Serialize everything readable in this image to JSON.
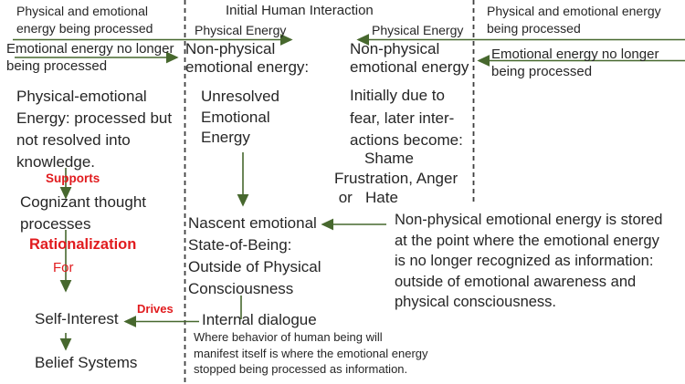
{
  "colors": {
    "arrow_green": "#47682e",
    "accent_red": "#e11b1e",
    "text": "#262626",
    "dash": "#3f3f3f",
    "bg": "#ffffff"
  },
  "left_zone": {
    "energy_processed": "Physical and emotional\nenergy being processed",
    "energy_no_longer": "Emotional energy no longer\nbeing processed",
    "body": "Physical-emotional\nEnergy: processed but\nnot resolved into\nknowledge.",
    "supports_label": "Supports",
    "cognizant": "Cognizant thought\nprocesses",
    "rationalization_label": "Rationalization",
    "for_label": "For",
    "self_interest": "Self-Interest",
    "belief_systems": "Belief Systems"
  },
  "center_zone": {
    "initial_interaction": "Initial Human Interaction",
    "physical_energy": "Physical Energy",
    "non_physical": "Non-physical\nemotional energy:",
    "unresolved": "Unresolved\nEmotional\nEnergy",
    "nascent": "Nascent emotional\nState-of-Being:\nOutside of Physical\nConsciousness",
    "internal_dialogue": "Internal dialogue",
    "internal_note": "Where behavior of human being will\nmanifest itself is where the emotional energy\nstopped being processed as information.",
    "drives_label": "Drives"
  },
  "right_center_zone": {
    "physical_energy": "Physical Energy",
    "non_physical": "Non-physical\nemotional energy",
    "initially": "Initially due to\nfear, later inter-\nactions become:",
    "emotions": "       Shame\nFrustration, Anger\n or   Hate"
  },
  "right_zone": {
    "energy_processed": "Physical and emotional energy\nbeing processed",
    "energy_no_longer": "Emotional energy no longer\nbeing processed",
    "stored_note": "Non-physical emotional energy is stored\nat the point where the emotional energy\nis no longer recognized as information:\noutside of emotional awareness and\nphysical consciousness."
  }
}
